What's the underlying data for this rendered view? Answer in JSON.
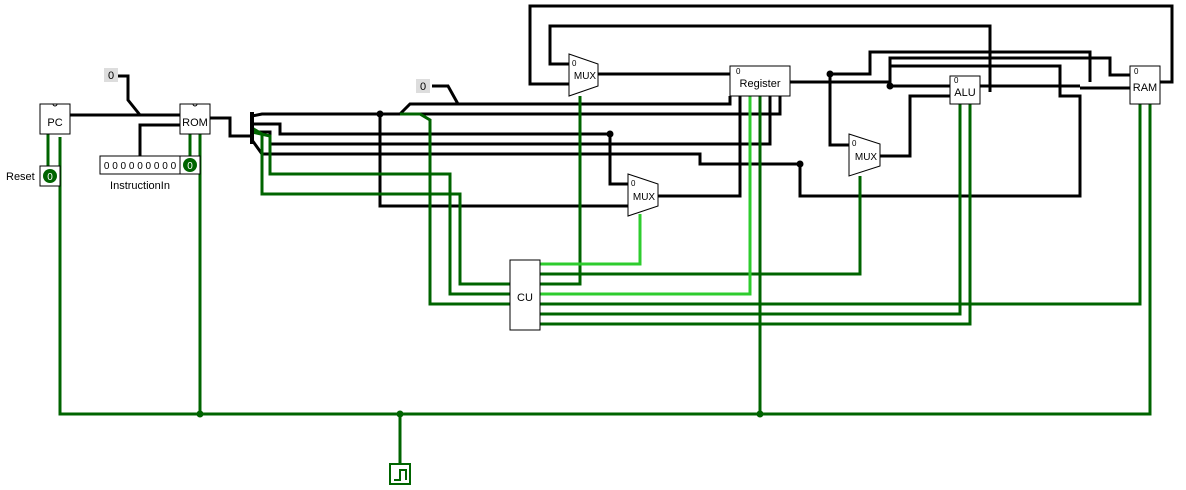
{
  "components": {
    "pc": {
      "label": "PC",
      "tick": ""
    },
    "rom": {
      "label": "ROM",
      "tick": ""
    },
    "register": {
      "label": "Register",
      "tick": "0"
    },
    "alu": {
      "label": "ALU",
      "tick": "0"
    },
    "ram": {
      "label": "RAM",
      "tick": "0"
    },
    "cu": {
      "label": "CU"
    },
    "mux_1": {
      "label": "MUX",
      "select": "0"
    },
    "mux_2": {
      "label": "MUX",
      "select": "0"
    },
    "mux_3": {
      "label": "MUX",
      "select": "0"
    }
  },
  "constants": {
    "const_1": "0",
    "const_2": "0"
  },
  "inputs": {
    "reset": {
      "label": "Reset",
      "value": "0"
    },
    "instruction": {
      "label": "InstructionIn",
      "bits": "0 0 0 0 0 0 0 0 0"
    },
    "rom_pin": {
      "value": "0"
    }
  },
  "colors": {
    "bus": "#000000",
    "wire_off": "#006400",
    "wire_on": "#2ecc2e",
    "pin_fill": "#006400",
    "constant_bg": "#dddddd",
    "component_fill": "#ffffff"
  }
}
